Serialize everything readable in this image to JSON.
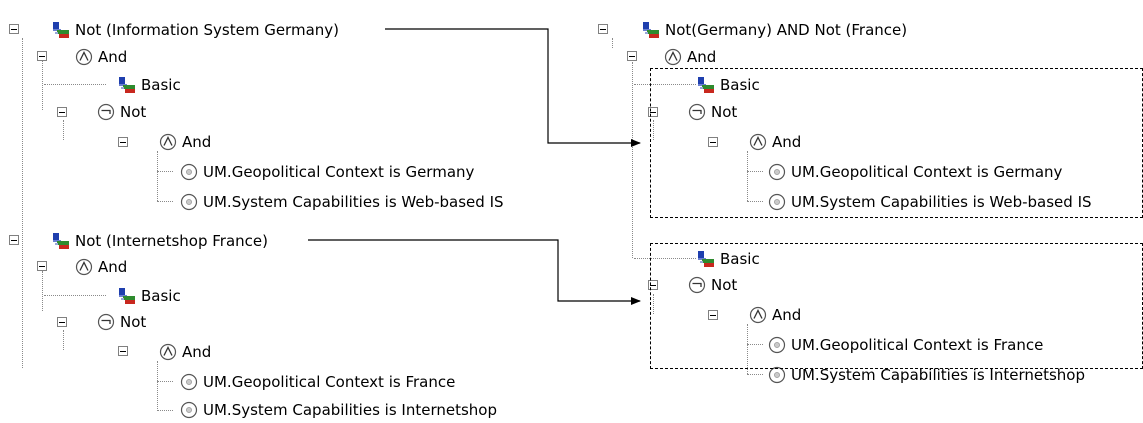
{
  "left_tree": {
    "root1": {
      "label": "Not (Information System Germany)",
      "and": "And",
      "basic": "Basic",
      "not": "Not",
      "inner_and": "And",
      "cond1": "UM.Geopolitical Context is Germany",
      "cond2": "UM.System Capabilities is Web-based IS"
    },
    "root2": {
      "label": "Not (Internetshop France)",
      "and": "And",
      "basic": "Basic",
      "not": "Not",
      "inner_and": "And",
      "cond1": "UM.Geopolitical Context is France",
      "cond2": "UM.System Capabilities is Internetshop"
    }
  },
  "right_tree": {
    "label": "Not(Germany) AND Not (France)",
    "and": "And",
    "group1": {
      "basic": "Basic",
      "not": "Not",
      "inner_and": "And",
      "cond1": "UM.Geopolitical Context is Germany",
      "cond2": "UM.System Capabilities is Web-based IS"
    },
    "group2": {
      "basic": "Basic",
      "not": "Not",
      "inner_and": "And",
      "cond1": "UM.Geopolitical Context is France",
      "cond2": "UM.System Capabilities is Internetshop"
    }
  },
  "icons": {
    "concept": "concept-icon",
    "and": "and-operator-icon",
    "not": "not-operator-icon",
    "condition": "condition-icon"
  },
  "colors": {
    "concept_blue": "#1f3fae",
    "concept_green": "#2e8b2e",
    "concept_red": "#c8281e",
    "operator_outline": "#555555",
    "arrow": "#000000"
  }
}
